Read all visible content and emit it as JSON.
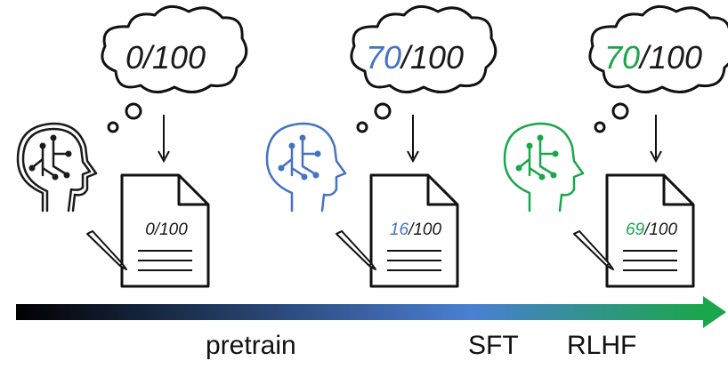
{
  "stages": [
    {
      "thought_score": "0",
      "thought_total": "/100",
      "written_score": "0",
      "written_total": "/100",
      "color": "#1a1a1a"
    },
    {
      "thought_score": "70",
      "thought_total": "/100",
      "written_score": "16",
      "written_total": "/100",
      "color": "#4472c4"
    },
    {
      "thought_score": "70",
      "thought_total": "/100",
      "written_score": "69",
      "written_total": "/100",
      "color": "#1aa64a"
    }
  ],
  "timeline": {
    "labels": {
      "pretrain": "pretrain",
      "sft": "SFT",
      "rlhf": "RLHF"
    },
    "gradient": [
      "#000000",
      "#4a7fd4",
      "#1aa64a"
    ]
  },
  "icons": {
    "head": "brain-circuit-head-icon",
    "thought": "thought-cloud-icon",
    "document": "document-icon",
    "pencil": "pencil-icon"
  }
}
